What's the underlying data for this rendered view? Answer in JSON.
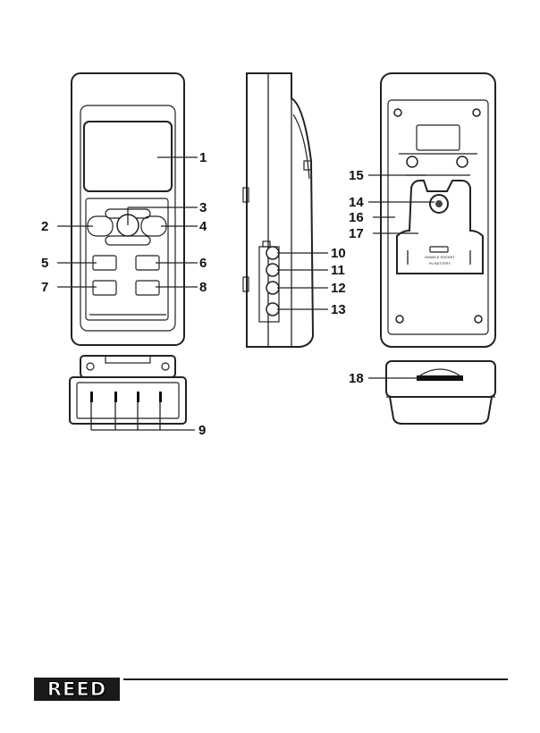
{
  "diagram": {
    "callouts": [
      "1",
      "2",
      "3",
      "4",
      "5",
      "6",
      "7",
      "8",
      "9",
      "10",
      "11",
      "12",
      "13",
      "14",
      "15",
      "16",
      "17",
      "18"
    ],
    "back_label_lines": [
      "HANDLE SOCKET",
      "9V BATTERY"
    ]
  },
  "footer": {
    "brand_logo": "REED"
  }
}
